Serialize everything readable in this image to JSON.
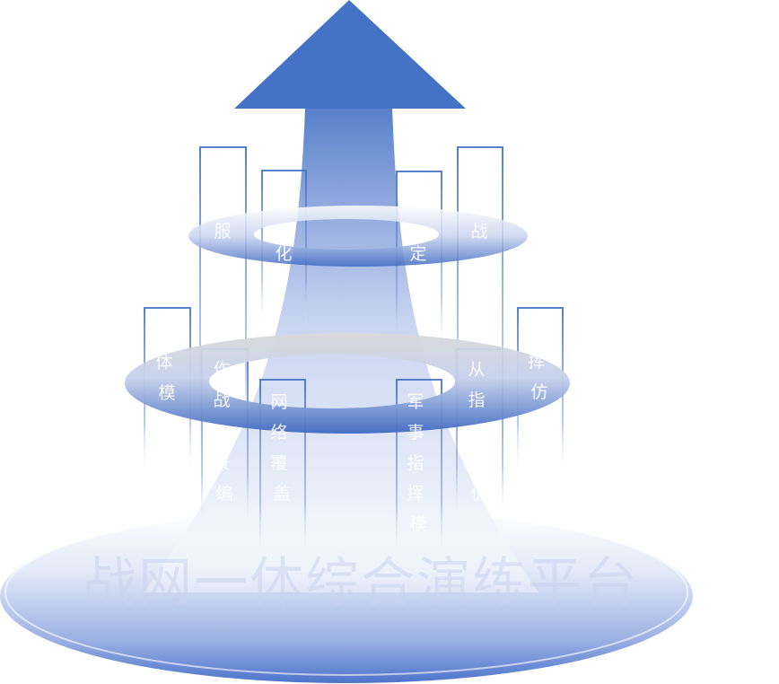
{
  "platform": {
    "title": "战网一体综合演练平台"
  },
  "columns": {
    "col1": {
      "text": "体模"
    },
    "col2": {
      "text": "服"
    },
    "col3": {
      "text": "作战景编"
    },
    "col4": {
      "text": "化"
    },
    "col5": {
      "text": "网络覆盖"
    },
    "col6": {
      "text": "定"
    },
    "col7": {
      "text": "军事指挥模"
    },
    "col8": {
      "text": "战"
    },
    "col9": {
      "text": "从指仿"
    },
    "col10": {
      "text": "挥仿"
    }
  },
  "colors": {
    "arrow": "#4472c4",
    "ring": "#4a72c6",
    "column_border": "#4472c4",
    "base_top": "#ffffff",
    "base_bottom": "#4d74cb"
  }
}
